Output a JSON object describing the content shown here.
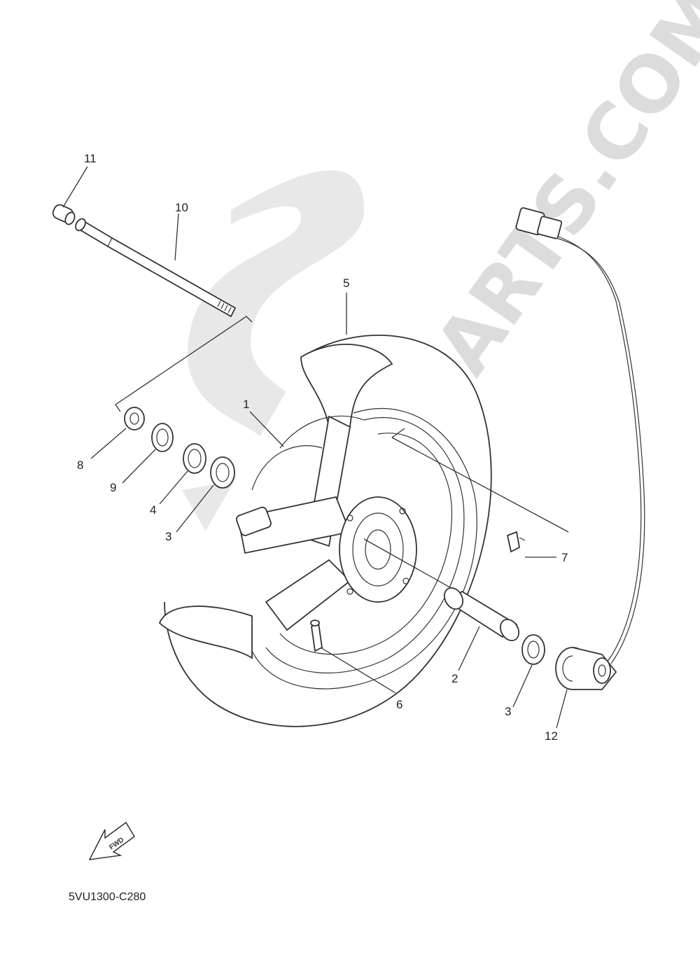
{
  "diagram": {
    "code": "5VU1300-C280",
    "fwd_label": "FWD",
    "watermark": "PARTS.COM",
    "callouts": [
      {
        "id": "c1",
        "label": "1"
      },
      {
        "id": "c2",
        "label": "2"
      },
      {
        "id": "c3a",
        "label": "3"
      },
      {
        "id": "c3b",
        "label": "3"
      },
      {
        "id": "c4",
        "label": "4"
      },
      {
        "id": "c5",
        "label": "5"
      },
      {
        "id": "c6",
        "label": "6"
      },
      {
        "id": "c7",
        "label": "7"
      },
      {
        "id": "c8",
        "label": "8"
      },
      {
        "id": "c9",
        "label": "9"
      },
      {
        "id": "c10",
        "label": "10"
      },
      {
        "id": "c11",
        "label": "11"
      },
      {
        "id": "c12",
        "label": "12"
      }
    ]
  }
}
